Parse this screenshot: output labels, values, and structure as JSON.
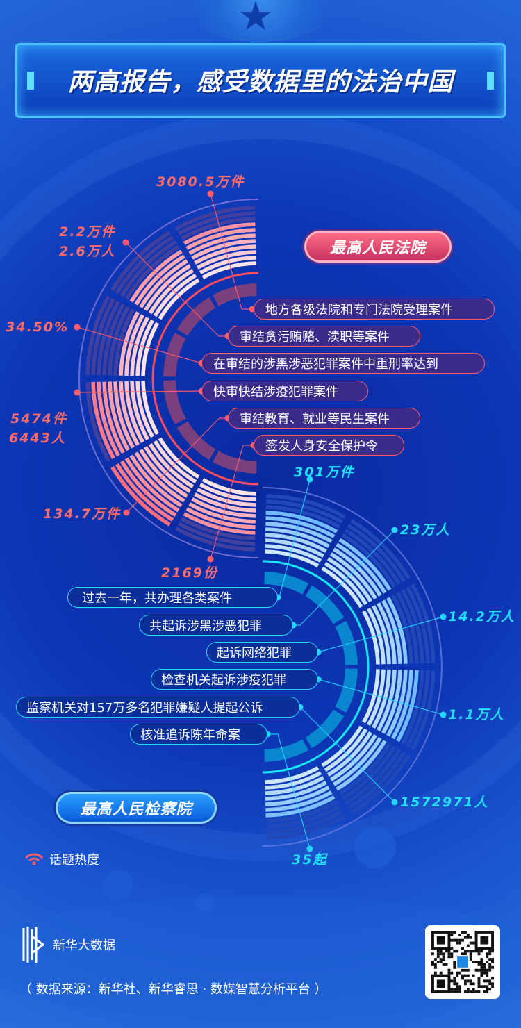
{
  "header": {
    "title": "两高报告，感受数据里的法治中国"
  },
  "court": {
    "org_label": "最高人民法院",
    "accent": "#ff6b6b",
    "items": [
      {
        "label": "地方各级法院和专门法院受理案件",
        "value": "3080.5万件"
      },
      {
        "label": "审结贪污贿赂、渎职等案件",
        "value": "2.2万件",
        "value2": "2.6万人"
      },
      {
        "label": "在审结的涉黑涉恶犯罪案件中重刑率达到",
        "value": "34.50%"
      },
      {
        "label": "快审快结涉疫犯罪案件",
        "value": "5474件",
        "value2": "6443人"
      },
      {
        "label": "审结教育、就业等民生案件",
        "value": "134.7万件"
      },
      {
        "label": "签发人身安全保护令",
        "value": "2169份"
      }
    ]
  },
  "procuratorate": {
    "org_label": "最高人民检察院",
    "accent": "#22e2ff",
    "items": [
      {
        "label": "过去一年，共办理各类案件",
        "value": "301万件"
      },
      {
        "label": "共起诉涉黑涉恶犯罪",
        "value": "23万人"
      },
      {
        "label": "起诉网络犯罪",
        "value": "14.2万人"
      },
      {
        "label": "检查机关起诉涉疫犯罪",
        "value": "1.1万人"
      },
      {
        "label": "监察机关对157万多名犯罪嫌疑人提起公诉",
        "value": "1572971人"
      },
      {
        "label": "核准追诉陈年命案",
        "value": "35起"
      }
    ]
  },
  "footer": {
    "heat_label": "话题热度",
    "brand": "新华大数据",
    "source": "（ 数据来源：新华社、新华睿思 · 数媒智慧分析平台 ）"
  }
}
